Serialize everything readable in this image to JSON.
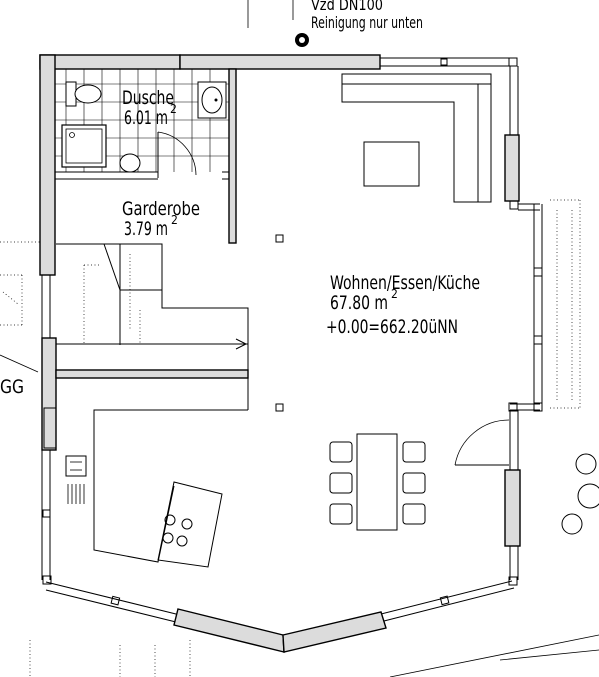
{
  "annotations": {
    "pipe_line1": "Vzd DN100",
    "pipe_line2": "Reinigung nur unten",
    "side_label": "GG"
  },
  "rooms": [
    {
      "name": "Dusche",
      "area": "6.01 m",
      "sup": "2"
    },
    {
      "name": "Garderobe",
      "area": "3.79 m",
      "sup": "2"
    },
    {
      "name": "Wohnen/Essen/Küche",
      "area": "67.80 m",
      "sup": "2",
      "level": "+0.00=662.20üNN"
    }
  ]
}
